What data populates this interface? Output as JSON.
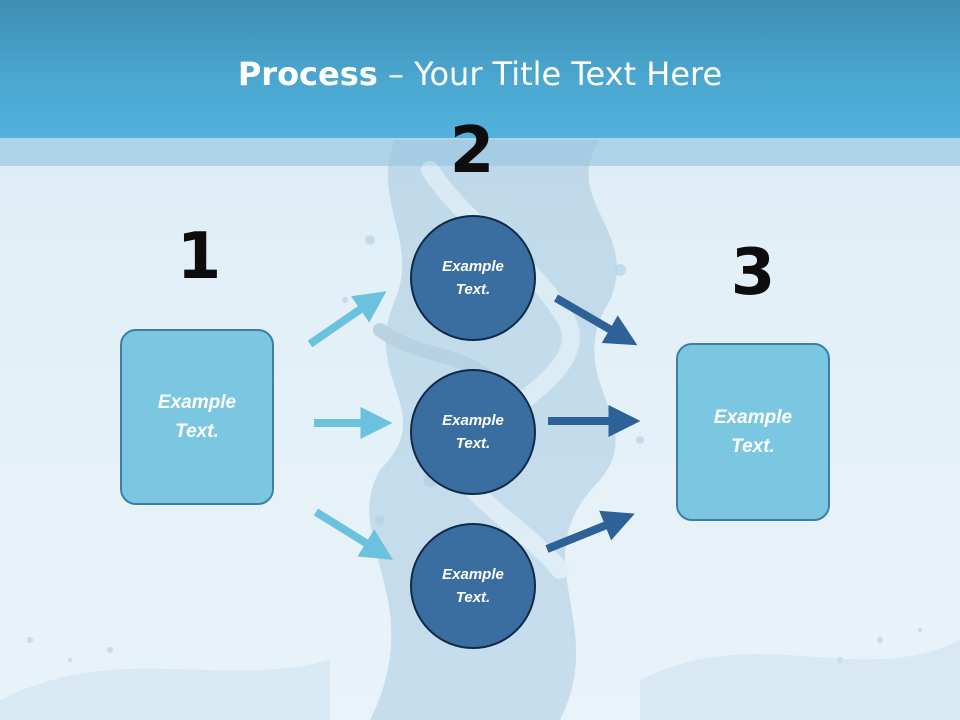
{
  "title": {
    "bold": "Process",
    "rest": " – Your Title Text Here"
  },
  "colors": {
    "header": "#4aa6cf",
    "box_fill": "#7bc7e2",
    "box_border": "#3e7ea4",
    "circle_fill": "#3b6ea0",
    "circle_border": "#0f2a47",
    "arrow_light": "#6cc1df",
    "arrow_dark": "#2e6198"
  },
  "steps": {
    "step1": {
      "number": "1",
      "text": "Example Text."
    },
    "step2": {
      "number": "2",
      "items": [
        {
          "text": "Example Text."
        },
        {
          "text": "Example Text."
        },
        {
          "text": "Example Text."
        }
      ]
    },
    "step3": {
      "number": "3",
      "text": "Example Text."
    }
  }
}
